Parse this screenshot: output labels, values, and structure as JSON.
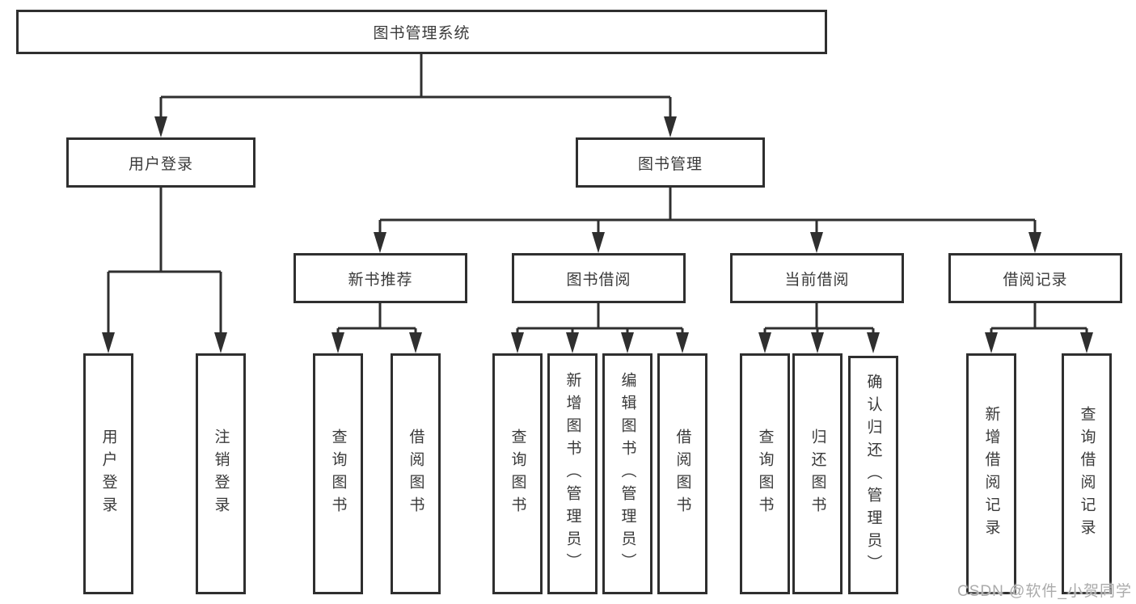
{
  "colors": {
    "line": "#2f2f2f",
    "box_border": "#2f2f2f",
    "text": "#3a3a3a",
    "background": "#ffffff",
    "watermark": "#ababab"
  },
  "tree": {
    "root": {
      "label": "图书管理系统",
      "children": [
        {
          "label": "用户登录",
          "children": [
            {
              "label": "用户登录"
            },
            {
              "label": "注销登录"
            }
          ]
        },
        {
          "label": "图书管理",
          "children": [
            {
              "label": "新书推荐",
              "children": [
                {
                  "label": "查询图书"
                },
                {
                  "label": "借阅图书"
                }
              ]
            },
            {
              "label": "图书借阅",
              "children": [
                {
                  "label": "查询图书"
                },
                {
                  "label": "新增图书（管理员）"
                },
                {
                  "label": "编辑图书（管理员）"
                },
                {
                  "label": "借阅图书"
                }
              ]
            },
            {
              "label": "当前借阅",
              "children": [
                {
                  "label": "查询图书"
                },
                {
                  "label": "归还图书"
                },
                {
                  "label": "确认归还（管理员）"
                }
              ]
            },
            {
              "label": "借阅记录",
              "children": [
                {
                  "label": "新增借阅记录"
                },
                {
                  "label": "查询借阅记录"
                }
              ]
            }
          ]
        }
      ]
    }
  },
  "watermark": {
    "text": "CSDN @软件_小贺同学"
  }
}
